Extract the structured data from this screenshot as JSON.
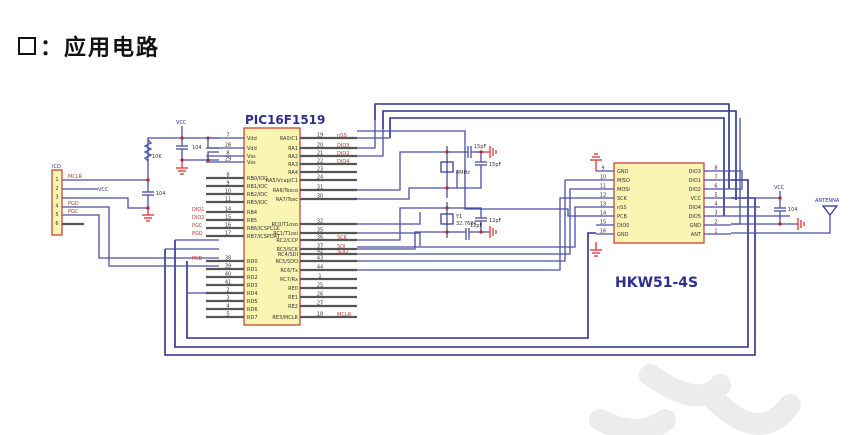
{
  "heading": {
    "marker": "□",
    "colon": "：",
    "text": "应用电路"
  },
  "schematic": {
    "mcu": {
      "name": "PIC16F1519",
      "left_pins": [
        {
          "num": "7",
          "label": "Vdd"
        },
        {
          "num": "28",
          "label": "Vdd"
        },
        {
          "num": "8",
          "label": "Vss"
        },
        {
          "num": "29",
          "label": "Vss"
        },
        {
          "num": "8",
          "label": "RB0/IOC"
        },
        {
          "num": "9",
          "label": "RB1/IOC"
        },
        {
          "num": "10",
          "label": "RB2/IOC"
        },
        {
          "num": "11",
          "label": "RB3/IOC"
        },
        {
          "num": "14",
          "label": "RB4"
        },
        {
          "num": "15",
          "label": "RB5"
        },
        {
          "num": "16",
          "label": "RB6/ICSPCLK"
        },
        {
          "num": "17",
          "label": "RB7/ICSPDAT"
        },
        {
          "num": "38",
          "label": "RD0"
        },
        {
          "num": "39",
          "label": "RD1"
        },
        {
          "num": "40",
          "label": "RD2"
        },
        {
          "num": "41",
          "label": "RD3"
        },
        {
          "num": "2",
          "label": "RD4"
        },
        {
          "num": "3",
          "label": "RD5"
        },
        {
          "num": "4",
          "label": "RD6"
        },
        {
          "num": "5",
          "label": "RD7"
        }
      ],
      "right_pins": [
        {
          "num": "19",
          "label": "RA0/C1"
        },
        {
          "num": "20",
          "label": "RA1"
        },
        {
          "num": "21",
          "label": "RA2"
        },
        {
          "num": "22",
          "label": "RA3"
        },
        {
          "num": "23",
          "label": "RA4"
        },
        {
          "num": "24",
          "label": "RA5/Vcap/C1"
        },
        {
          "num": "31",
          "label": "RA6/Tosco"
        },
        {
          "num": "30",
          "label": "RA7/Tosc"
        },
        {
          "num": "32",
          "label": "RC0/T1oso"
        },
        {
          "num": "35",
          "label": "RC1/T1osi"
        },
        {
          "num": "36",
          "label": "RC2/CCP"
        },
        {
          "num": "37",
          "label": "RC3/SCK"
        },
        {
          "num": "42",
          "label": "RC4/SDI"
        },
        {
          "num": "43",
          "label": "RC5/SDO"
        },
        {
          "num": "44",
          "label": "RC6/Tx"
        },
        {
          "num": "1",
          "label": "RC7/Rx"
        },
        {
          "num": "25",
          "label": "RE0"
        },
        {
          "num": "26",
          "label": "RE1"
        },
        {
          "num": "27",
          "label": "RE2"
        },
        {
          "num": "18",
          "label": "RE3/MCLR"
        }
      ],
      "left_nets": [
        "DIO1",
        "DIO2",
        "PGC",
        "PGD",
        "",
        "PCB"
      ],
      "right_nets": [
        "nSS",
        "DIO3",
        "DIO2",
        "DIO4",
        "SCK",
        "SDI",
        "SDO",
        "MCLR"
      ]
    },
    "header": {
      "name": "ICD",
      "pins": [
        "1",
        "2",
        "3",
        "4",
        "5",
        "6"
      ],
      "nets": [
        "MCLR",
        "VCC",
        "PGD",
        "PGC"
      ]
    },
    "passives": {
      "vcc_label": "VCC",
      "r1": "10K",
      "c_decouple": "104",
      "c_mclr": "104",
      "crystal1": "4MHz",
      "crystal2_ref": "Y1",
      "crystal2": "32.768k",
      "cap_15pf_a": "15pF",
      "cap_15pf_b": "15pF",
      "cap_12pf_a": "12pF",
      "cap_12pf_b": "12pF",
      "c_module": "104",
      "antenna": "ANTENNA"
    },
    "module": {
      "name": "HKW51-4S",
      "left_pins": [
        {
          "num": "9",
          "label": "GND"
        },
        {
          "num": "10",
          "label": "MISO"
        },
        {
          "num": "11",
          "label": "MOSI"
        },
        {
          "num": "12",
          "label": "SCK"
        },
        {
          "num": "13",
          "label": "nSS"
        },
        {
          "num": "14",
          "label": "PCB"
        },
        {
          "num": "15",
          "label": "DIO0"
        },
        {
          "num": "16",
          "label": "GND"
        }
      ],
      "right_pins": [
        {
          "num": "8",
          "label": "DIO3"
        },
        {
          "num": "7",
          "label": "DIO1"
        },
        {
          "num": "6",
          "label": "DIO2"
        },
        {
          "num": "5",
          "label": "VCC"
        },
        {
          "num": "4",
          "label": "DIO4"
        },
        {
          "num": "3",
          "label": "DIO5"
        },
        {
          "num": "2",
          "label": "GND"
        },
        {
          "num": "1",
          "label": "ANT"
        }
      ]
    }
  }
}
